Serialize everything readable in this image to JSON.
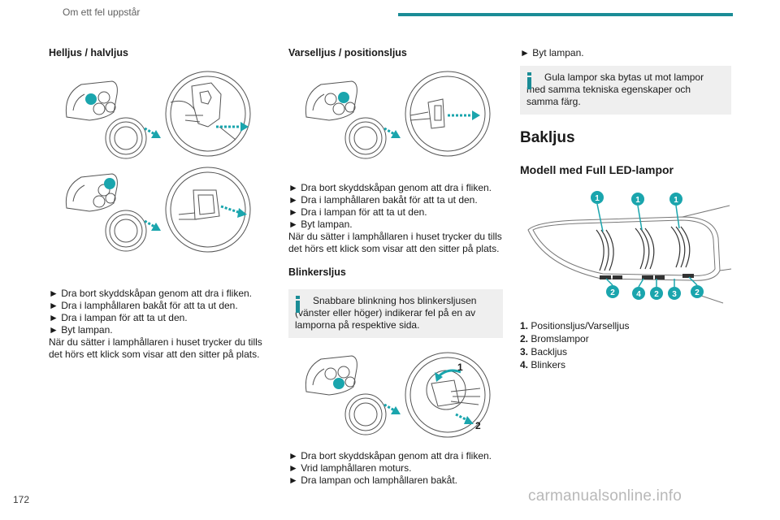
{
  "header": {
    "section_title": "Om ett fel uppstår"
  },
  "page_number": "172",
  "watermark": "carmanualsonline.info",
  "col1": {
    "heading": "Helljus / halvljus",
    "steps": [
      "Dra bort skyddskåpan genom att dra i fliken.",
      "Dra i lamphållaren bakåt för att ta ut den.",
      "Dra i lampan för att ta ut den.",
      "Byt lampan."
    ],
    "note": "När du sätter i lamphållaren i huset trycker du tills det hörs ett klick som visar att den sitter på plats."
  },
  "col2": {
    "heading": "Varselljus / positionsljus",
    "steps": [
      "Dra bort skyddskåpan genom att dra i fliken.",
      "Dra i lamphållaren bakåt för att ta ut den.",
      "Dra i lampan för att ta ut den.",
      "Byt lampan."
    ],
    "note": "När du sätter i lamphållaren i huset trycker du tills det hörs ett klick som visar att den sitter på plats.",
    "blinker_heading": "Blinkersljus",
    "blinker_info": "Snabbare blinkning hos blinkersljusen (vänster eller höger) indikerar fel på en av lamporna på respektive sida.",
    "blinker_callouts": [
      "1",
      "2"
    ],
    "blinker_steps": [
      "Dra bort skyddskåpan genom att dra i fliken.",
      "Vrid lamphållaren moturs.",
      "Dra lampan och lamphållaren bakåt."
    ]
  },
  "col3": {
    "step": "Byt lampan.",
    "info": "Gula lampor ska bytas ut mot lampor med samma tekniska egenskaper och samma färg.",
    "section_heading": "Bakljus",
    "subheading": "Modell med Full LED-lampor",
    "callouts_top": [
      "1",
      "1",
      "1"
    ],
    "callouts_bottom": [
      "2",
      "4",
      "2",
      "3",
      "2"
    ],
    "legend": [
      {
        "num": "1.",
        "label": "Positionsljus/Varselljus"
      },
      {
        "num": "2.",
        "label": "Bromslampor"
      },
      {
        "num": "3.",
        "label": "Backljus"
      },
      {
        "num": "4.",
        "label": "Blinkers"
      }
    ]
  },
  "colors": {
    "accent": "#1a8c96",
    "info_bg": "#efefef"
  }
}
